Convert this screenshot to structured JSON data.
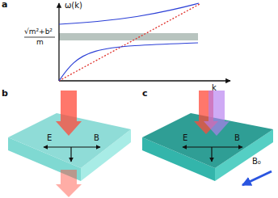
{
  "diagram": {
    "labels": [
      "a",
      "ω(k)",
      "√m²+b²",
      "m",
      "k",
      "b",
      "E",
      "B",
      "c",
      "E",
      "B",
      "B₀"
    ]
  }
}
